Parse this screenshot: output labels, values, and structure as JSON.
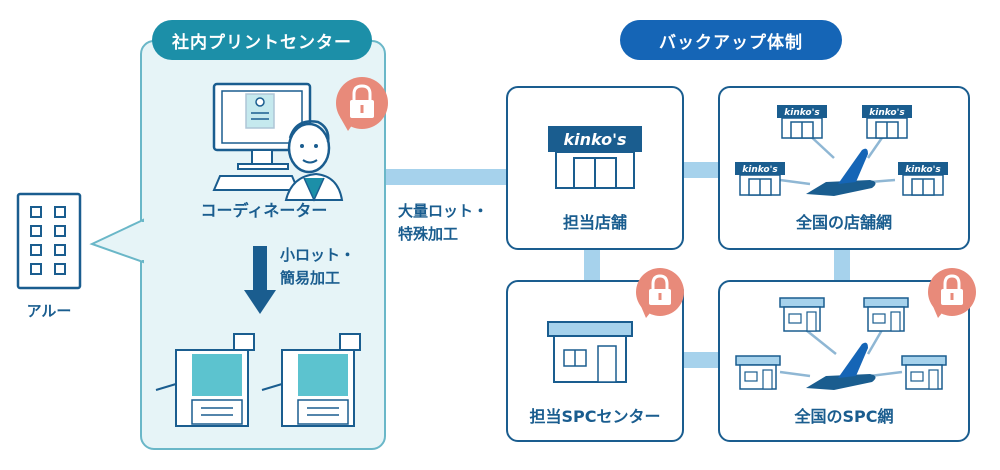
{
  "colors": {
    "navy": "#1a5d8f",
    "teal": "#1c8fa8",
    "blue_pill": "#1565b6",
    "light_teal_bg": "#e6f4f7",
    "light_teal_border": "#6ab7c8",
    "connector": "#a6d2ec",
    "lock": "#e88a7a",
    "printer_screen": "#5cc3cf"
  },
  "left_panel": {
    "title": "社内プリントセンター",
    "coordinator_label": "コーディネーター",
    "flow_label_line1": "小ロット・",
    "flow_label_line2": "簡易加工",
    "has_lock": true
  },
  "customer": {
    "label": "アルー"
  },
  "connection_label": {
    "line1": "大量ロット・",
    "line2": "特殊加工"
  },
  "backup": {
    "title": "バックアップ体制",
    "boxes": [
      {
        "label": "担当店舗",
        "has_lock": false
      },
      {
        "label": "全国の店舗網",
        "has_lock": false
      },
      {
        "label": "担当SPCセンター",
        "has_lock": true
      },
      {
        "label": "全国のSPC網",
        "has_lock": true
      }
    ]
  },
  "brand": {
    "name": "kinko's"
  },
  "icons": [
    "building-icon",
    "computer-icon",
    "coordinator-person-icon",
    "lock-icon",
    "arrow-down-icon",
    "printer-icon",
    "kinkos-store-icon",
    "spc-building-icon",
    "airplane-icon"
  ]
}
